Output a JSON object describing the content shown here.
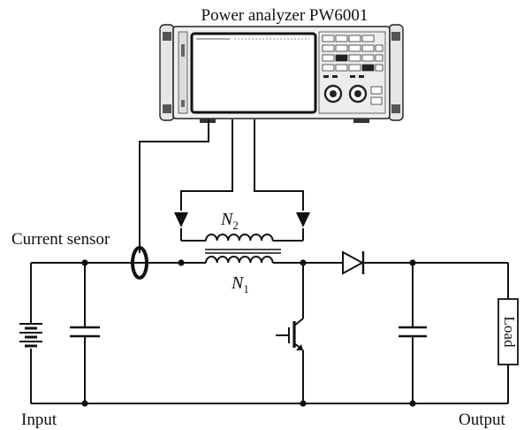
{
  "labels": {
    "analyzer_title": "Power analyzer PW6001",
    "current_sensor": "Current sensor",
    "n2_base": "N",
    "n2_sub": "2",
    "n1_base": "N",
    "n1_sub": "1",
    "input": "Input",
    "output": "Output",
    "load": "Load"
  }
}
